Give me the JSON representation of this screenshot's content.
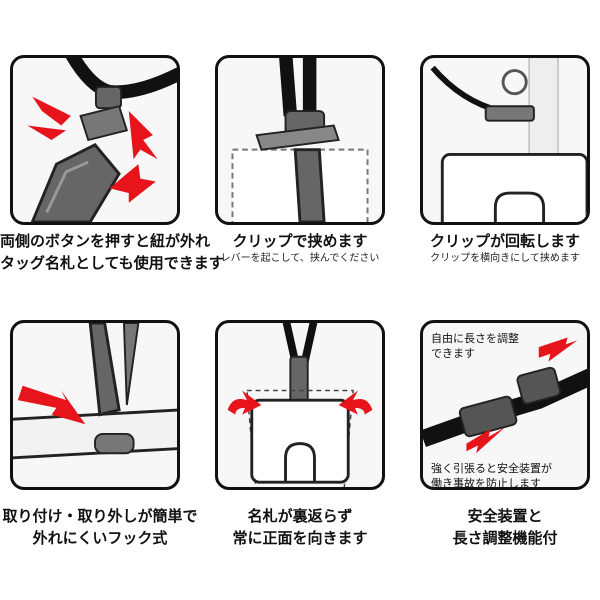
{
  "panels": [
    {
      "title_lines": [
        "両側のボタンを押すと紐が外れ",
        "タッグ名札としても使用できます"
      ],
      "subtitle": ""
    },
    {
      "title_lines": [
        "クリップで挟めます"
      ],
      "subtitle": "レバーを起こして、挟んでください"
    },
    {
      "title_lines": [
        "クリップが回転します"
      ],
      "subtitle": "クリップを横向きにして挟めます"
    },
    {
      "title_lines": [
        "取り付け・取り外しが簡単で",
        "外れにくいフック式"
      ],
      "subtitle": ""
    },
    {
      "title_lines": [
        "名札が裏返らず",
        "常に正面を向きます"
      ],
      "subtitle": ""
    },
    {
      "title_lines": [
        "安全装置と",
        "長さ調整機能付"
      ],
      "subtitle": ""
    }
  ],
  "notes": {
    "adjust_line1": "自由に長さを調整",
    "adjust_line2": "できます",
    "safety_line1": "強く引張ると安全装置が",
    "safety_line2": "働き事故を防止します"
  },
  "colors": {
    "accent": "#e8141c",
    "border": "#111111",
    "strap": "#111111",
    "part": "#555555"
  }
}
